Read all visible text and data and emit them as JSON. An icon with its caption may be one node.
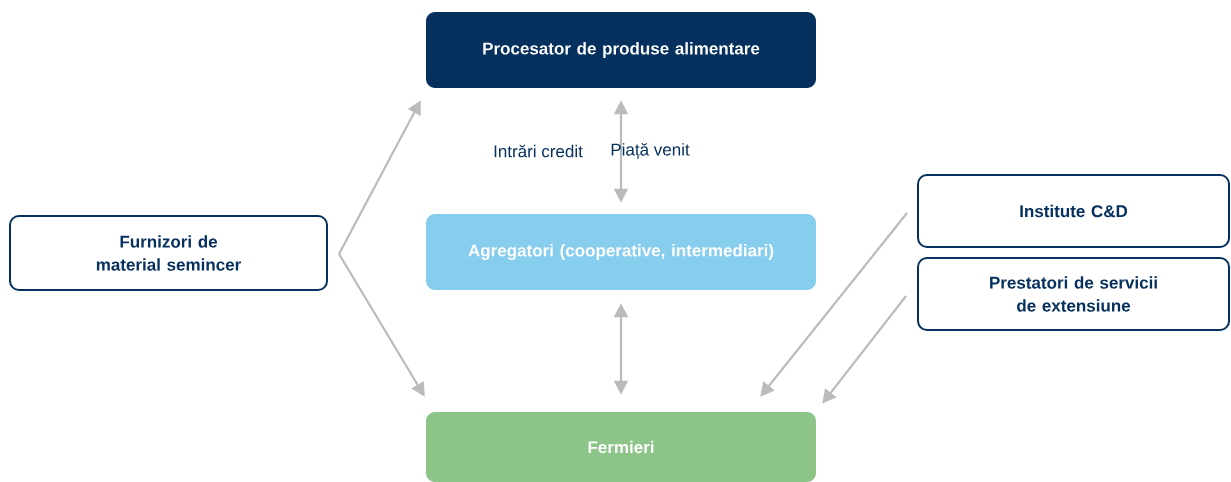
{
  "diagram": {
    "nodes": [
      {
        "text": [
          "Procesator de produse alimentare"
        ]
      },
      {
        "text": [
          "Furnizori de material semincer"
        ]
      },
      {
        "text": [
          "Agregatori (cooperative, intermediari)"
        ]
      },
      {
        "text": [
          "Institute C&D"
        ]
      },
      {
        "text": [
          "Prestatori de servicii de extensiune"
        ]
      },
      {
        "text": [
          "Fermieri"
        ]
      }
    ],
    "edges": [
      {
        "from": 1,
        "to": 0,
        "arrow": "to"
      },
      {
        "from": 1,
        "to": 5,
        "arrow": "to"
      },
      {
        "from": 2,
        "to": 0,
        "arrow": "both"
      },
      {
        "from": 2,
        "to": 5,
        "arrow": "both"
      },
      {
        "from": 3,
        "to": 5,
        "arrow": "to"
      },
      {
        "from": 4,
        "to": 5,
        "arrow": "to"
      }
    ],
    "labels": [
      "Intrări credit",
      "Piață venit"
    ]
  }
}
